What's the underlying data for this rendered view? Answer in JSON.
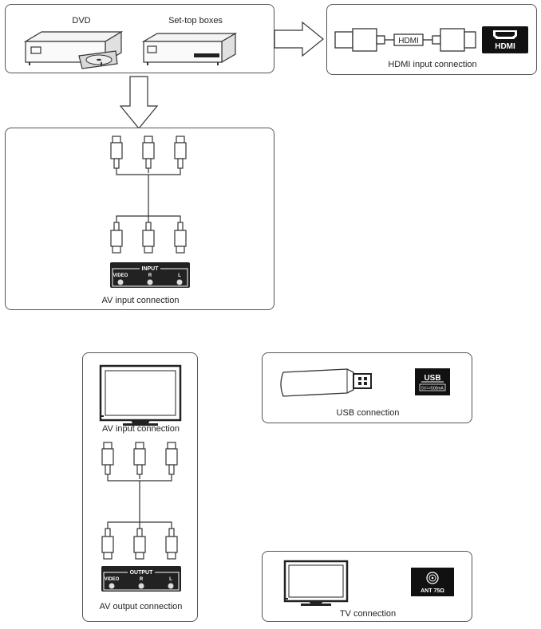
{
  "sources": {
    "dvd_label": "DVD",
    "settop_label": "Set-top boxes"
  },
  "hdmi": {
    "cable_label": "HDMI",
    "port_label": "HDMI",
    "caption": "HDMI input connection"
  },
  "av_input": {
    "panel_title": "INPUT",
    "ports": [
      "VIDEO",
      "R",
      "L"
    ],
    "caption": "AV input connection"
  },
  "av_output": {
    "tv_caption": "AV input connection",
    "panel_title": "OUTPUT",
    "ports": [
      "VIDEO",
      "R",
      "L"
    ],
    "caption": "AV output connection"
  },
  "usb": {
    "port_label": "USB",
    "port_sublabel": "5V==500mA",
    "caption": "USB connection"
  },
  "tv": {
    "port_label": "ANT 75Ω",
    "caption": "TV connection"
  }
}
